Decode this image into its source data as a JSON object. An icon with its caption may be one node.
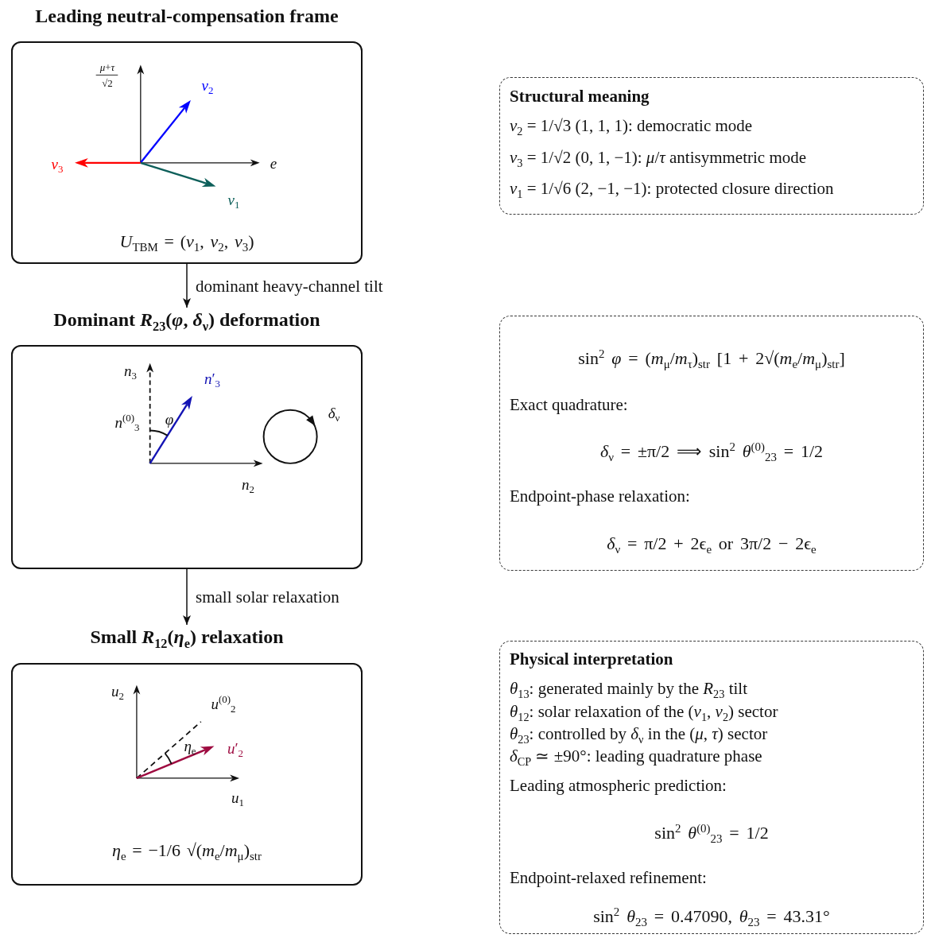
{
  "diagram": {
    "nodes": [
      {
        "text": [
          "Leading neutral-compensation frame",
          "*U*$_{TBM}$ = (*v*$_{1}$, *v*$_{2}$, *v*$_{3}$)"
        ]
      },
      {
        "text": [
          "Dominant *R*$_{23}$(*φ*, *δ*$_{ν}$) deformation"
        ]
      },
      {
        "text": [
          "Small *R*$_{12}$(*η*$_{e}$) relaxation",
          "*η*$_{e}$ = −1/6 √(*m*$_{e}$/*m*$_{μ}$)$_{str}$"
        ]
      },
      {
        "text": [
          "Structural meaning",
          "*v*$_{2}$ = 1/√3 (1, 1, 1): democratic mode",
          "*v*$_{3}$ = 1/√2 (0, 1, −1): *μ*/*τ* antisymmetric mode",
          "*v*$_{1}$ = 1/√6 (2, −1, −1): protected closure direction"
        ]
      },
      {
        "text": [
          "sin$^{2}$ *φ* = (*m*$_{μ}$/*m*$_{τ}$)$_{str}$ [1 + 2√(*m*$_{e}$/*m*$_{μ}$)$_{str}$]",
          "Exact quadrature:",
          "*δ*$_{ν}$ = ±π/2 ⟹ sin$^{2}$ *θ*$^{(0)}$$_{23}$ = 1/2",
          "Endpoint-phase relaxation:",
          "*δ*$_{ν}$ = π/2 + 2ϵ$_{e}$ or 3π/2 − 2ϵ$_{e}$"
        ]
      },
      {
        "text": [
          "Physical interpretation",
          "*θ*$_{13}$: generated mainly by the *R*$_{23}$ tilt",
          "*θ*$_{12}$: solar relaxation of the (*v*$_{1}$, *v*$_{2}$) sector",
          "*θ*$_{23}$: controlled by *δ*$_{ν}$ in the (*μ*, *τ*) sector",
          "*δ*$_{CP}$ ≃ ±90°: leading quadrature phase",
          "Leading atmospheric prediction:",
          "sin$^{2}$ *θ*$^{(0)}$$_{23}$ = 1/2",
          "Endpoint-relaxed refinement:",
          "sin$^{2}$ *θ*$_{23}$ = 0.47090, *θ*$_{23}$ = 43.31°"
        ]
      }
    ],
    "edges": [
      {
        "from": 0,
        "to": 1,
        "arrow": "to",
        "label": "dominant heavy-channel tilt"
      },
      {
        "from": 1,
        "to": 2,
        "arrow": "to",
        "label": "small solar relaxation"
      }
    ],
    "labels": [
      "*μ*+*τ*",
      "√2",
      "*v*$_{2}$",
      "*e*",
      "*v*$_{3}$",
      "*v*$_{1}$",
      "*n*$_{3}$",
      "*n*′$_{3}$",
      "*n*$^{(0)}$$_{3}$",
      "*φ*",
      "*δ*$_{ν}$",
      "*n*$_{2}$",
      "*u*$_{2}$",
      "*u*$^{(0)}$$_{2}$",
      "*η*$_{e}$",
      "*u*′$_{2}$",
      "*u*$_{1}$"
    ]
  }
}
